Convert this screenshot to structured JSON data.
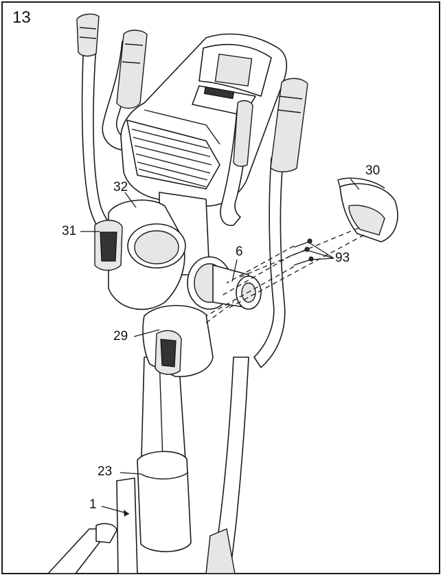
{
  "step": {
    "number": "13"
  },
  "callouts": {
    "c1": "1",
    "c6": "6",
    "c23": "23",
    "c29": "29",
    "c30": "30",
    "c31": "31",
    "c32": "32",
    "c93": "93"
  }
}
